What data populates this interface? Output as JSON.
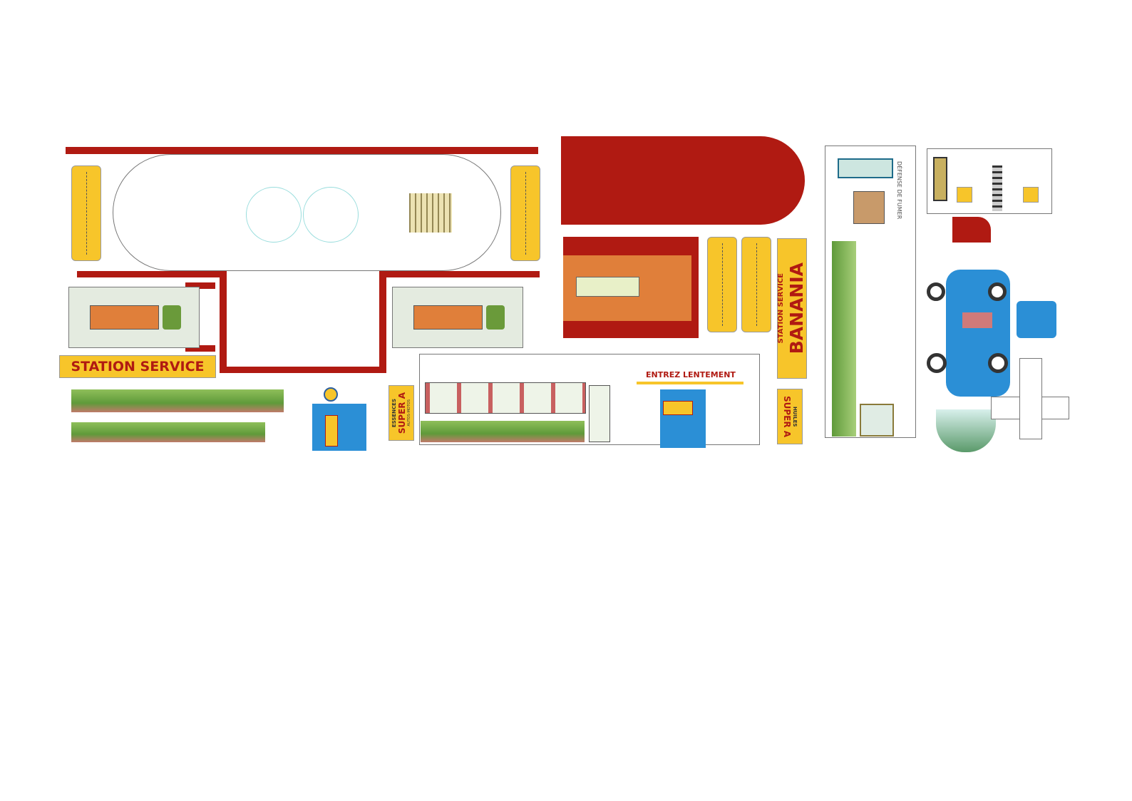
{
  "signs": {
    "station_service_banner": "STATION SERVICE",
    "banania_small": "STATION SERVICE",
    "banania_big": "BANANIA",
    "entrez": "ENTREZ LENTEMENT",
    "essences_top": "ESSENCES",
    "essences_main": "SUPER A",
    "essences_sub": "AUTOS-MOTOS",
    "huiles_top": "HUILES",
    "huiles_main": "SUPER A",
    "defense": "DÉFENSE DE FUMER"
  },
  "colors": {
    "red": "#b01a12",
    "yellow": "#f7c52a",
    "blue": "#2b8fd6",
    "orange": "#e07f3a"
  }
}
